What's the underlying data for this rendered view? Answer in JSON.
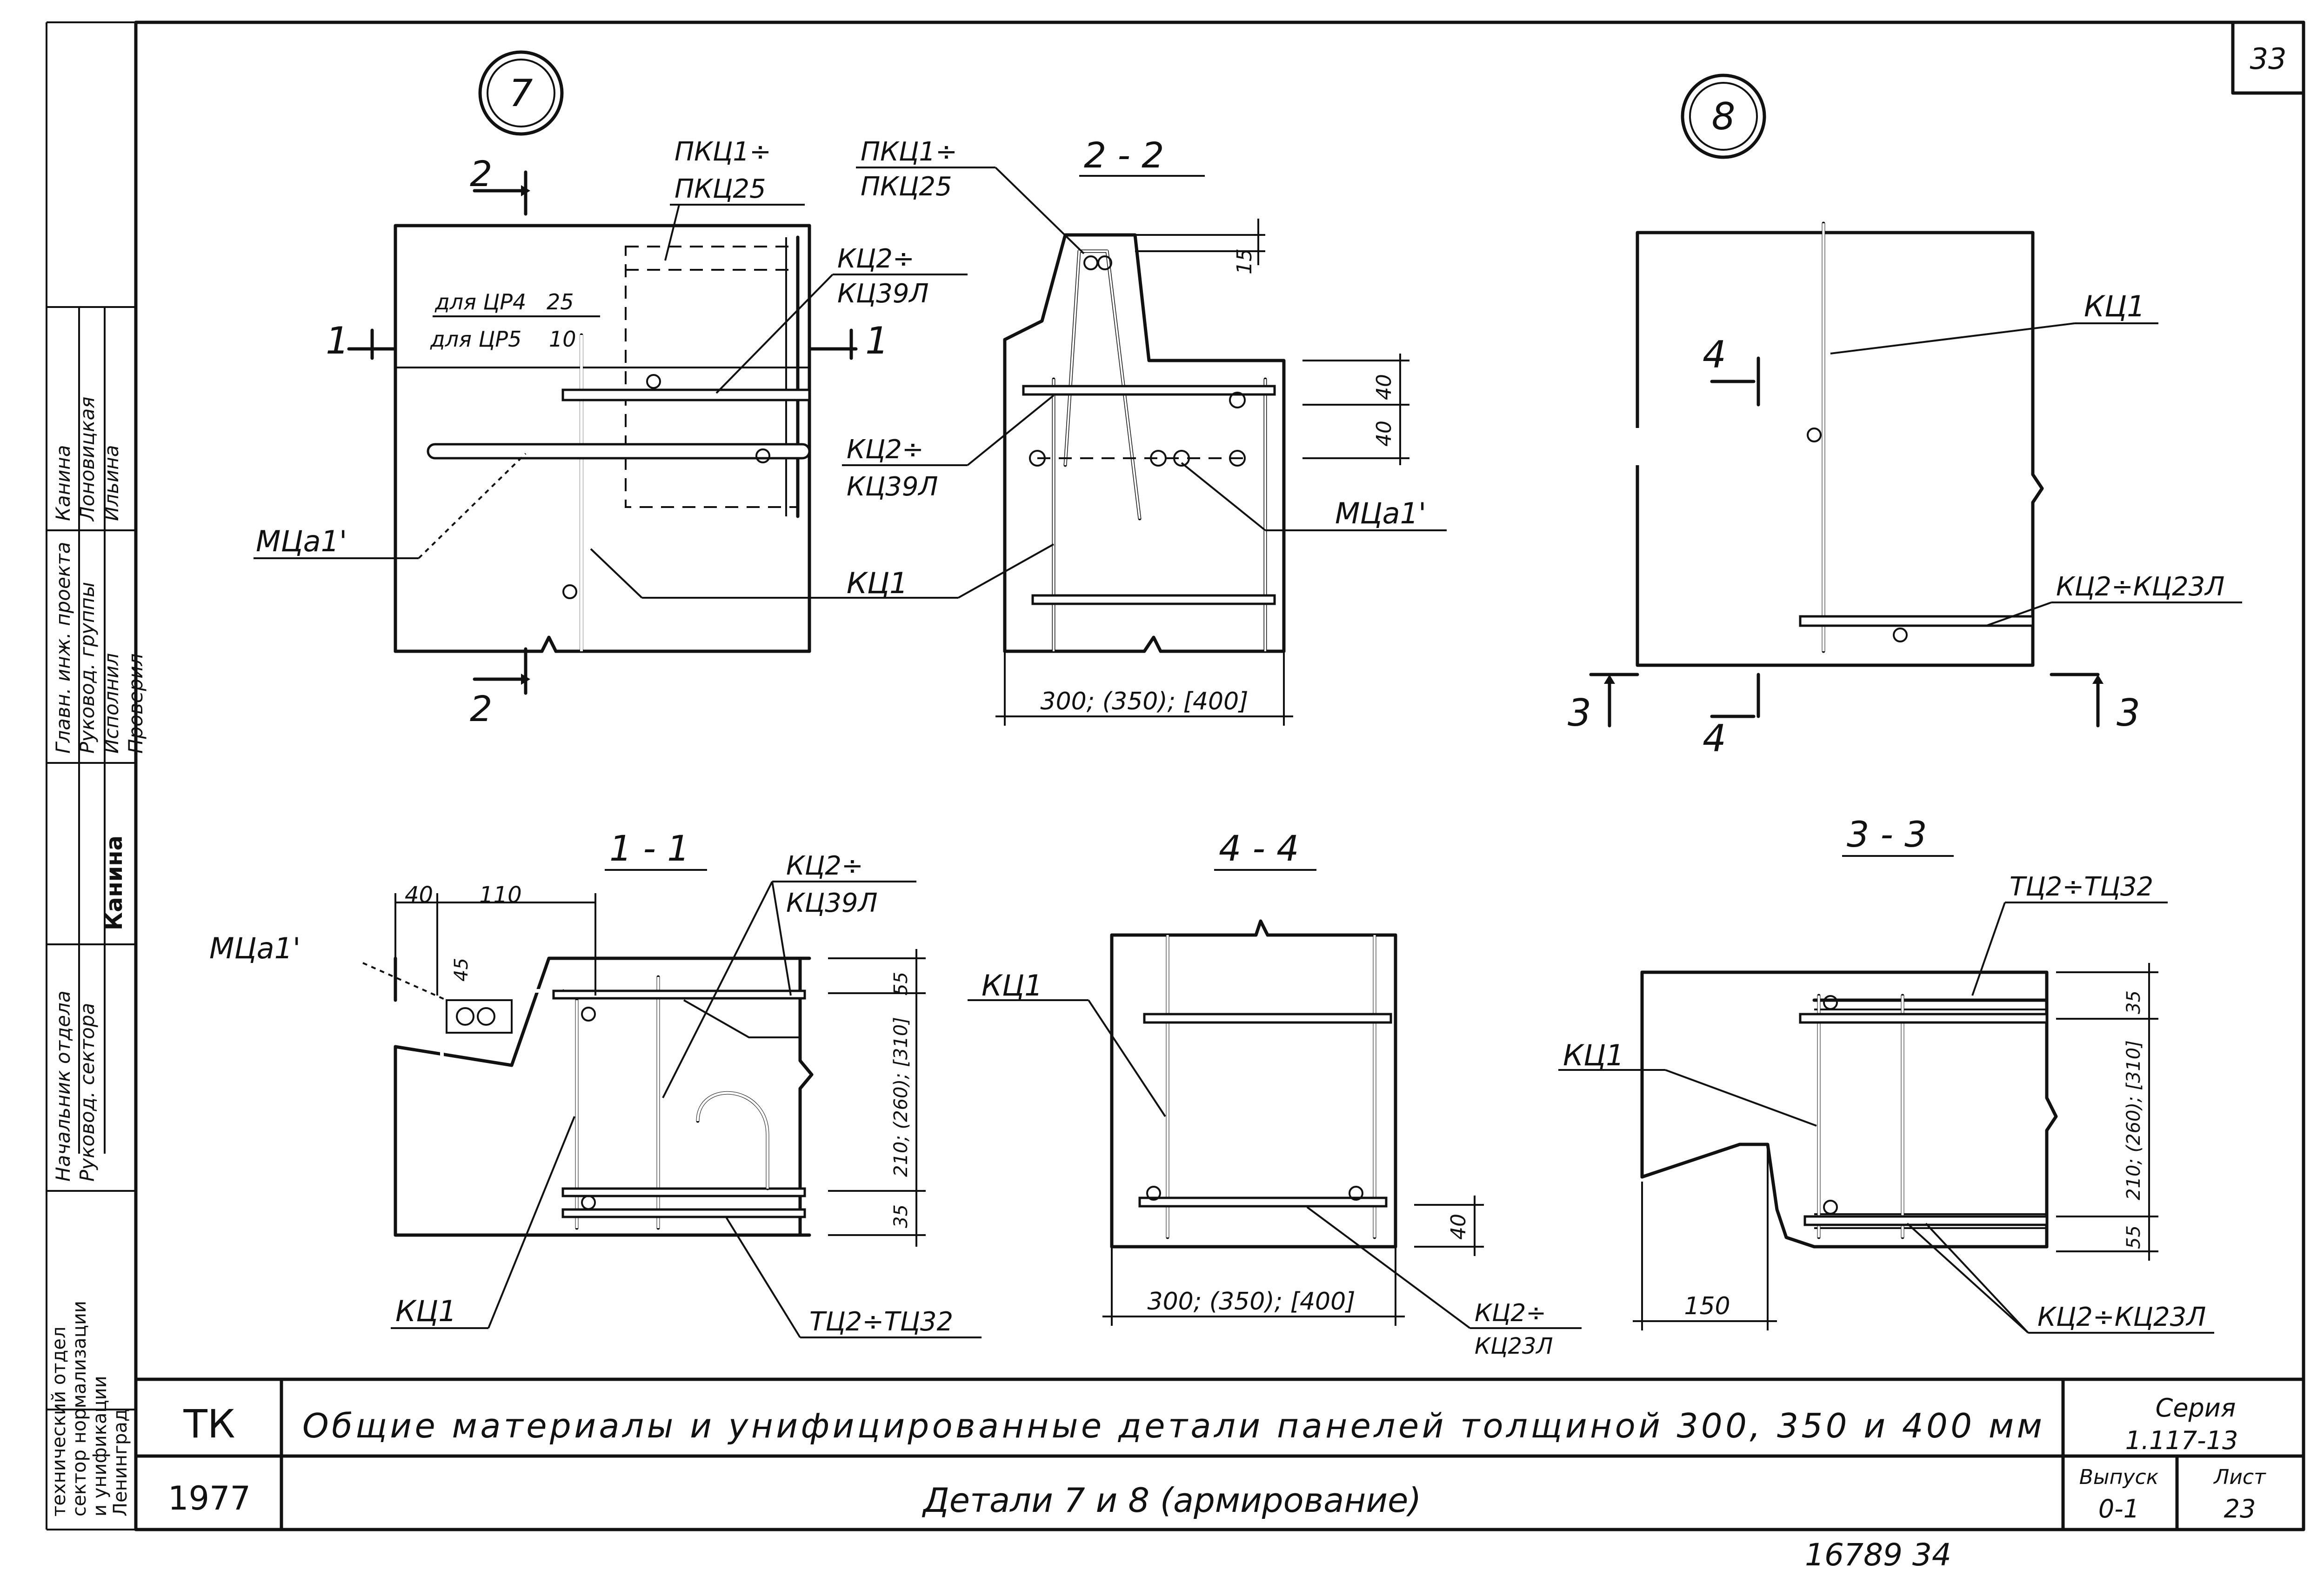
{
  "sheet": {
    "corner_number": "33",
    "bottom_number": "16789 34",
    "org_stamp": [
      "технический отдел",
      "сектор нормализации",
      "и унификации",
      "Ленинград"
    ],
    "staff": {
      "roles": [
        "Главн. инж. проекта",
        "Руковод. группы",
        "Исполнил",
        "Проверил"
      ],
      "names": [
        "Канина",
        "Лоновицкая",
        "Ильина"
      ],
      "checker": "Канина",
      "dept_roles": [
        "Начальник отдела",
        "Руковод. сектора"
      ]
    }
  },
  "title_block": {
    "org": "ТК",
    "year": "1977",
    "title_line1": "Общие материалы и унифицированные детали панелей толщиной 300, 350 и 400 мм",
    "title_line2": "Детали 7 и 8 (армирование)",
    "series_label": "Серия",
    "series_value": "1.117-13",
    "issue_label": "Выпуск",
    "issue_value": "0-1",
    "sheet_label": "Лист",
    "sheet_value": "23"
  },
  "details": {
    "d7": {
      "marker": "7",
      "cut_2": "2",
      "cut_1": "1",
      "pkc_a": "ПКЦ1÷",
      "pkc_b": "ПКЦ25",
      "kc2_a": "КЦ2÷",
      "kc2_b": "КЦ39Л",
      "note_a": "для ЦР4",
      "note_a_val": "25",
      "note_b": "для ЦР5",
      "note_b_val": "10",
      "mca": "МЦа1'",
      "kc1": "КЦ1"
    },
    "d8": {
      "marker": "8",
      "kc1": "КЦ1",
      "kc2": "КЦ2÷КЦ23Л",
      "cut_4": "4",
      "cut_3": "3"
    },
    "s22": {
      "title": "2 - 2",
      "pkc_a": "ПКЦ1÷",
      "pkc_b": "ПКЦ25",
      "dim_15": "15",
      "dim_40a": "40",
      "dim_40b": "40",
      "kc2_a": "КЦ2÷",
      "kc2_b": "КЦ39Л",
      "mca": "МЦа1'",
      "kc1": "КЦ1",
      "width": "300; (350); [400]"
    },
    "s11": {
      "title": "1 - 1",
      "dim_40": "40",
      "dim_110": "110",
      "dim_45": "45",
      "dim_55": "55",
      "dim_mid": "210; (260); [310]",
      "dim_35": "35",
      "mca": "МЦа1'",
      "kc2_a": "КЦ2÷",
      "kc2_b": "КЦ39Л",
      "kc1": "КЦ1",
      "tc": "ТЦ2÷ТЦ32"
    },
    "s44": {
      "title": "4 - 4",
      "kc1": "КЦ1",
      "dim_40": "40",
      "width": "300; (350); [400]",
      "kc2_a": "КЦ2÷",
      "kc2_b": "КЦ23Л"
    },
    "s33": {
      "title": "3 - 3",
      "tc": "ТЦ2÷ТЦ32",
      "kc1": "КЦ1",
      "dim_35": "35",
      "dim_mid": "210; (260); [310]",
      "dim_55": "55",
      "dim_150": "150",
      "kc2": "КЦ2÷КЦ23Л"
    }
  }
}
